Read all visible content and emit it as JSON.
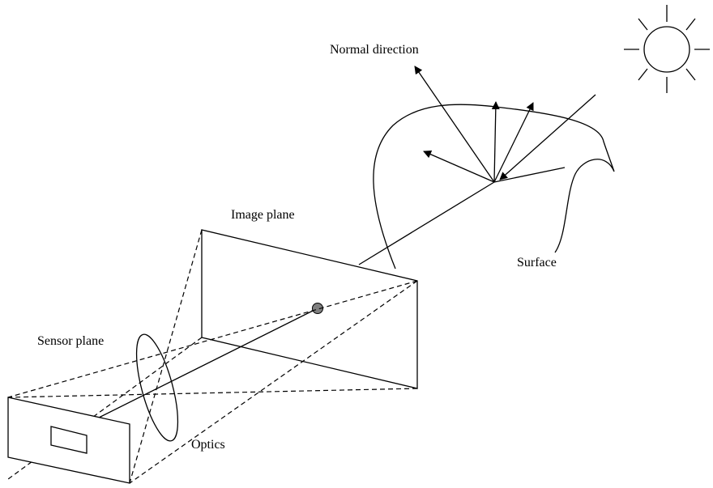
{
  "labels": {
    "normal_direction": "Normal direction",
    "image_plane": "Image plane",
    "surface": "Surface",
    "sensor_plane": "Sensor plane",
    "optics": "Optics"
  },
  "colors": {
    "line": "#000000",
    "scene_point": "#808080",
    "background": "#ffffff"
  },
  "icons": {
    "light_source": "sun-icon"
  }
}
